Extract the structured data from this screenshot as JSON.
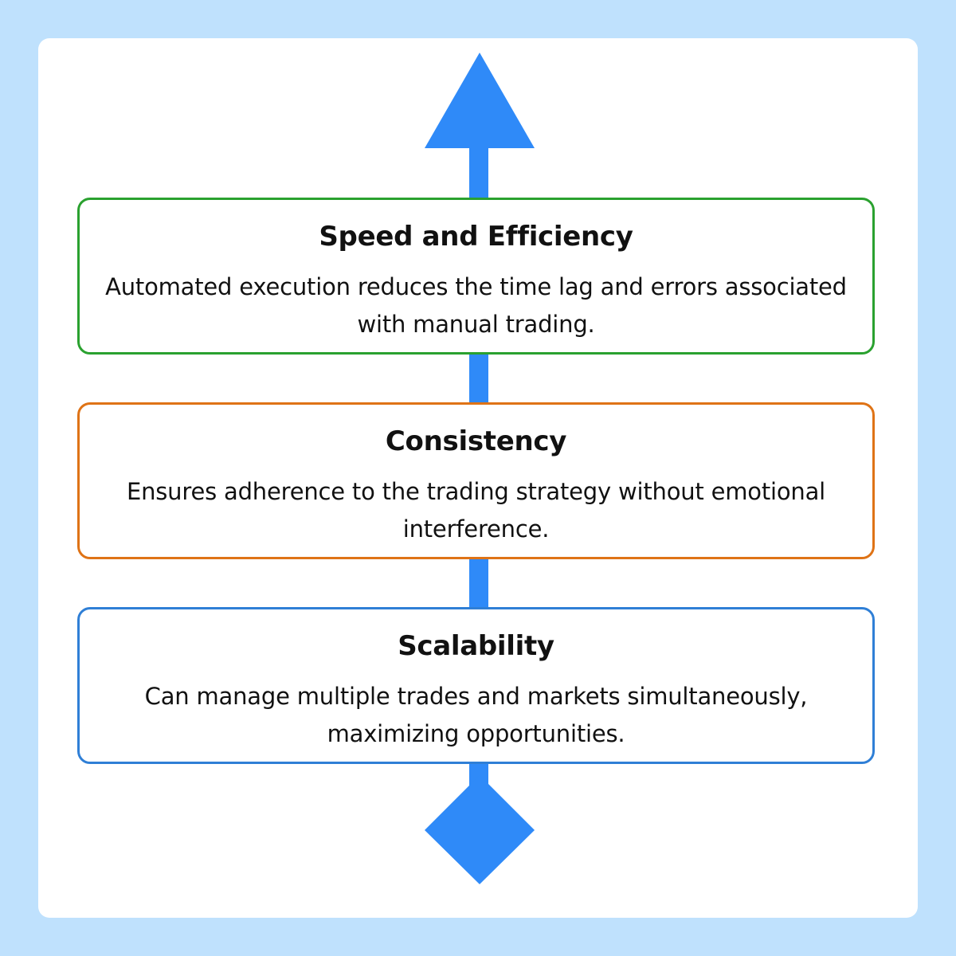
{
  "colors": {
    "background": "#bfe1fd",
    "card": "#ffffff",
    "arrow": "#2f8af8",
    "text": "#111111"
  },
  "diagram": {
    "items": [
      {
        "title": "Speed and Efficiency",
        "description": "Automated execution reduces the time lag and errors associated with manual trading.",
        "border_color": "#2aa12f"
      },
      {
        "title": "Consistency",
        "description": "Ensures adherence to the trading strategy without emotional interference.",
        "border_color": "#df7316"
      },
      {
        "title": "Scalability",
        "description": "Can manage multiple trades and markets simultaneously, maximizing opportunities.",
        "border_color": "#2f7fd6"
      }
    ]
  }
}
